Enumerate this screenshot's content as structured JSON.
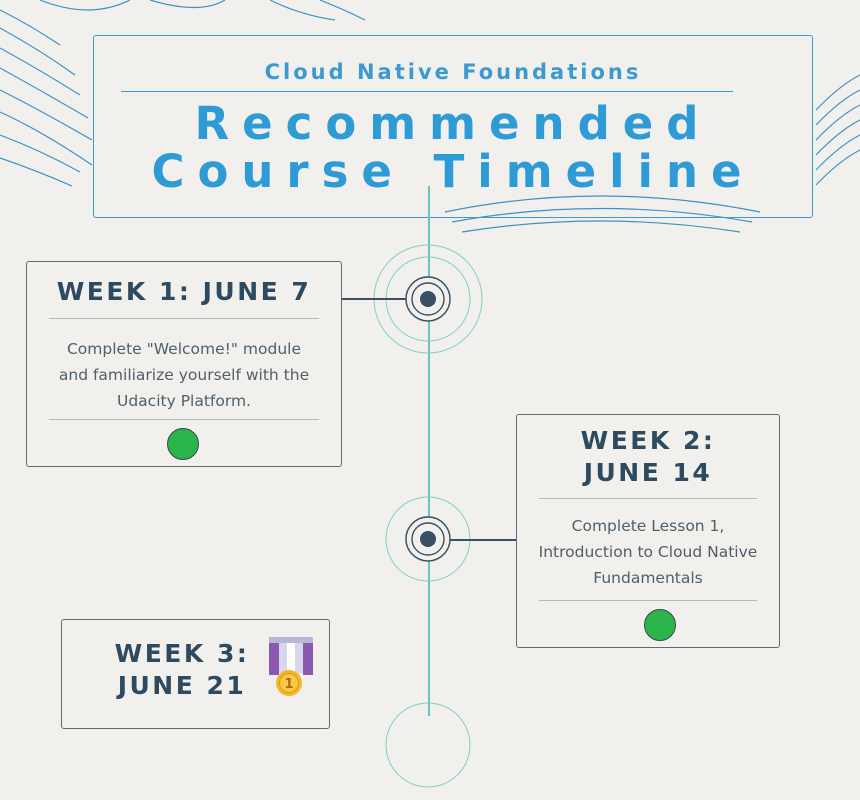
{
  "header": {
    "subtitle": "Cloud Native Foundations",
    "title_line1": "Recommended",
    "title_line2": "Course Timeline"
  },
  "weeks": [
    {
      "title": "WEEK 1: JUNE 7",
      "body_lines": [
        "Complete \"Welcome!\" module",
        "and familiarize yourself with the",
        "Udacity Platform."
      ],
      "status": "complete"
    },
    {
      "title_line1": "WEEK 2:",
      "title_line2": "JUNE 14",
      "body_lines": [
        "Complete Lesson 1,",
        "Introduction to Cloud Native",
        "Fundamentals"
      ],
      "status": "complete"
    },
    {
      "title_line1": "WEEK 3:",
      "title_line2": "JUNE 21",
      "badge_icon": "medal-icon",
      "badge_number": "1"
    }
  ],
  "colors": {
    "accent": "#2e9ad6",
    "heading": "#2d4a60",
    "status_green": "#2bb34c",
    "timeline": "#6cc1c4"
  }
}
